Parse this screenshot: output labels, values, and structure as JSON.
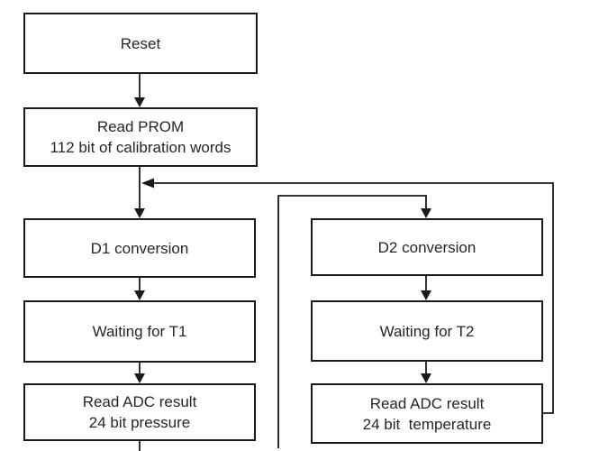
{
  "diagram": {
    "type": "flowchart",
    "colors": {
      "background": "#ffffff",
      "line": "#1a1a1a",
      "text": "#262626"
    },
    "nodes": {
      "reset": {
        "label": "Reset"
      },
      "read_prom": {
        "line1": "Read PROM",
        "line2": "112 bit of calibration words"
      },
      "d1_conversion": {
        "label": "D1 conversion"
      },
      "waiting_t1": {
        "label": "Waiting for T1"
      },
      "read_adc_pressure": {
        "line1": "Read ADC result",
        "line2": "24 bit pressure"
      },
      "d2_conversion": {
        "label": "D2 conversion"
      },
      "waiting_t2": {
        "label": "Waiting for T2"
      },
      "read_adc_temperature": {
        "line1": "Read ADC result",
        "line2": "24 bit  temperature"
      }
    },
    "edges": [
      {
        "from": "reset",
        "to": "read_prom"
      },
      {
        "from": "read_prom",
        "to": "d1_conversion"
      },
      {
        "from": "d1_conversion",
        "to": "waiting_t1"
      },
      {
        "from": "waiting_t1",
        "to": "read_adc_pressure"
      },
      {
        "from": "read_adc_pressure",
        "to": "bottom-edge-continuation"
      },
      {
        "from": "loop-branch",
        "to": "d2_conversion"
      },
      {
        "from": "d2_conversion",
        "to": "waiting_t2"
      },
      {
        "from": "waiting_t2",
        "to": "read_adc_temperature"
      },
      {
        "from": "read_adc_temperature",
        "to": "read_prom-junction-feedback-loop"
      }
    ]
  }
}
